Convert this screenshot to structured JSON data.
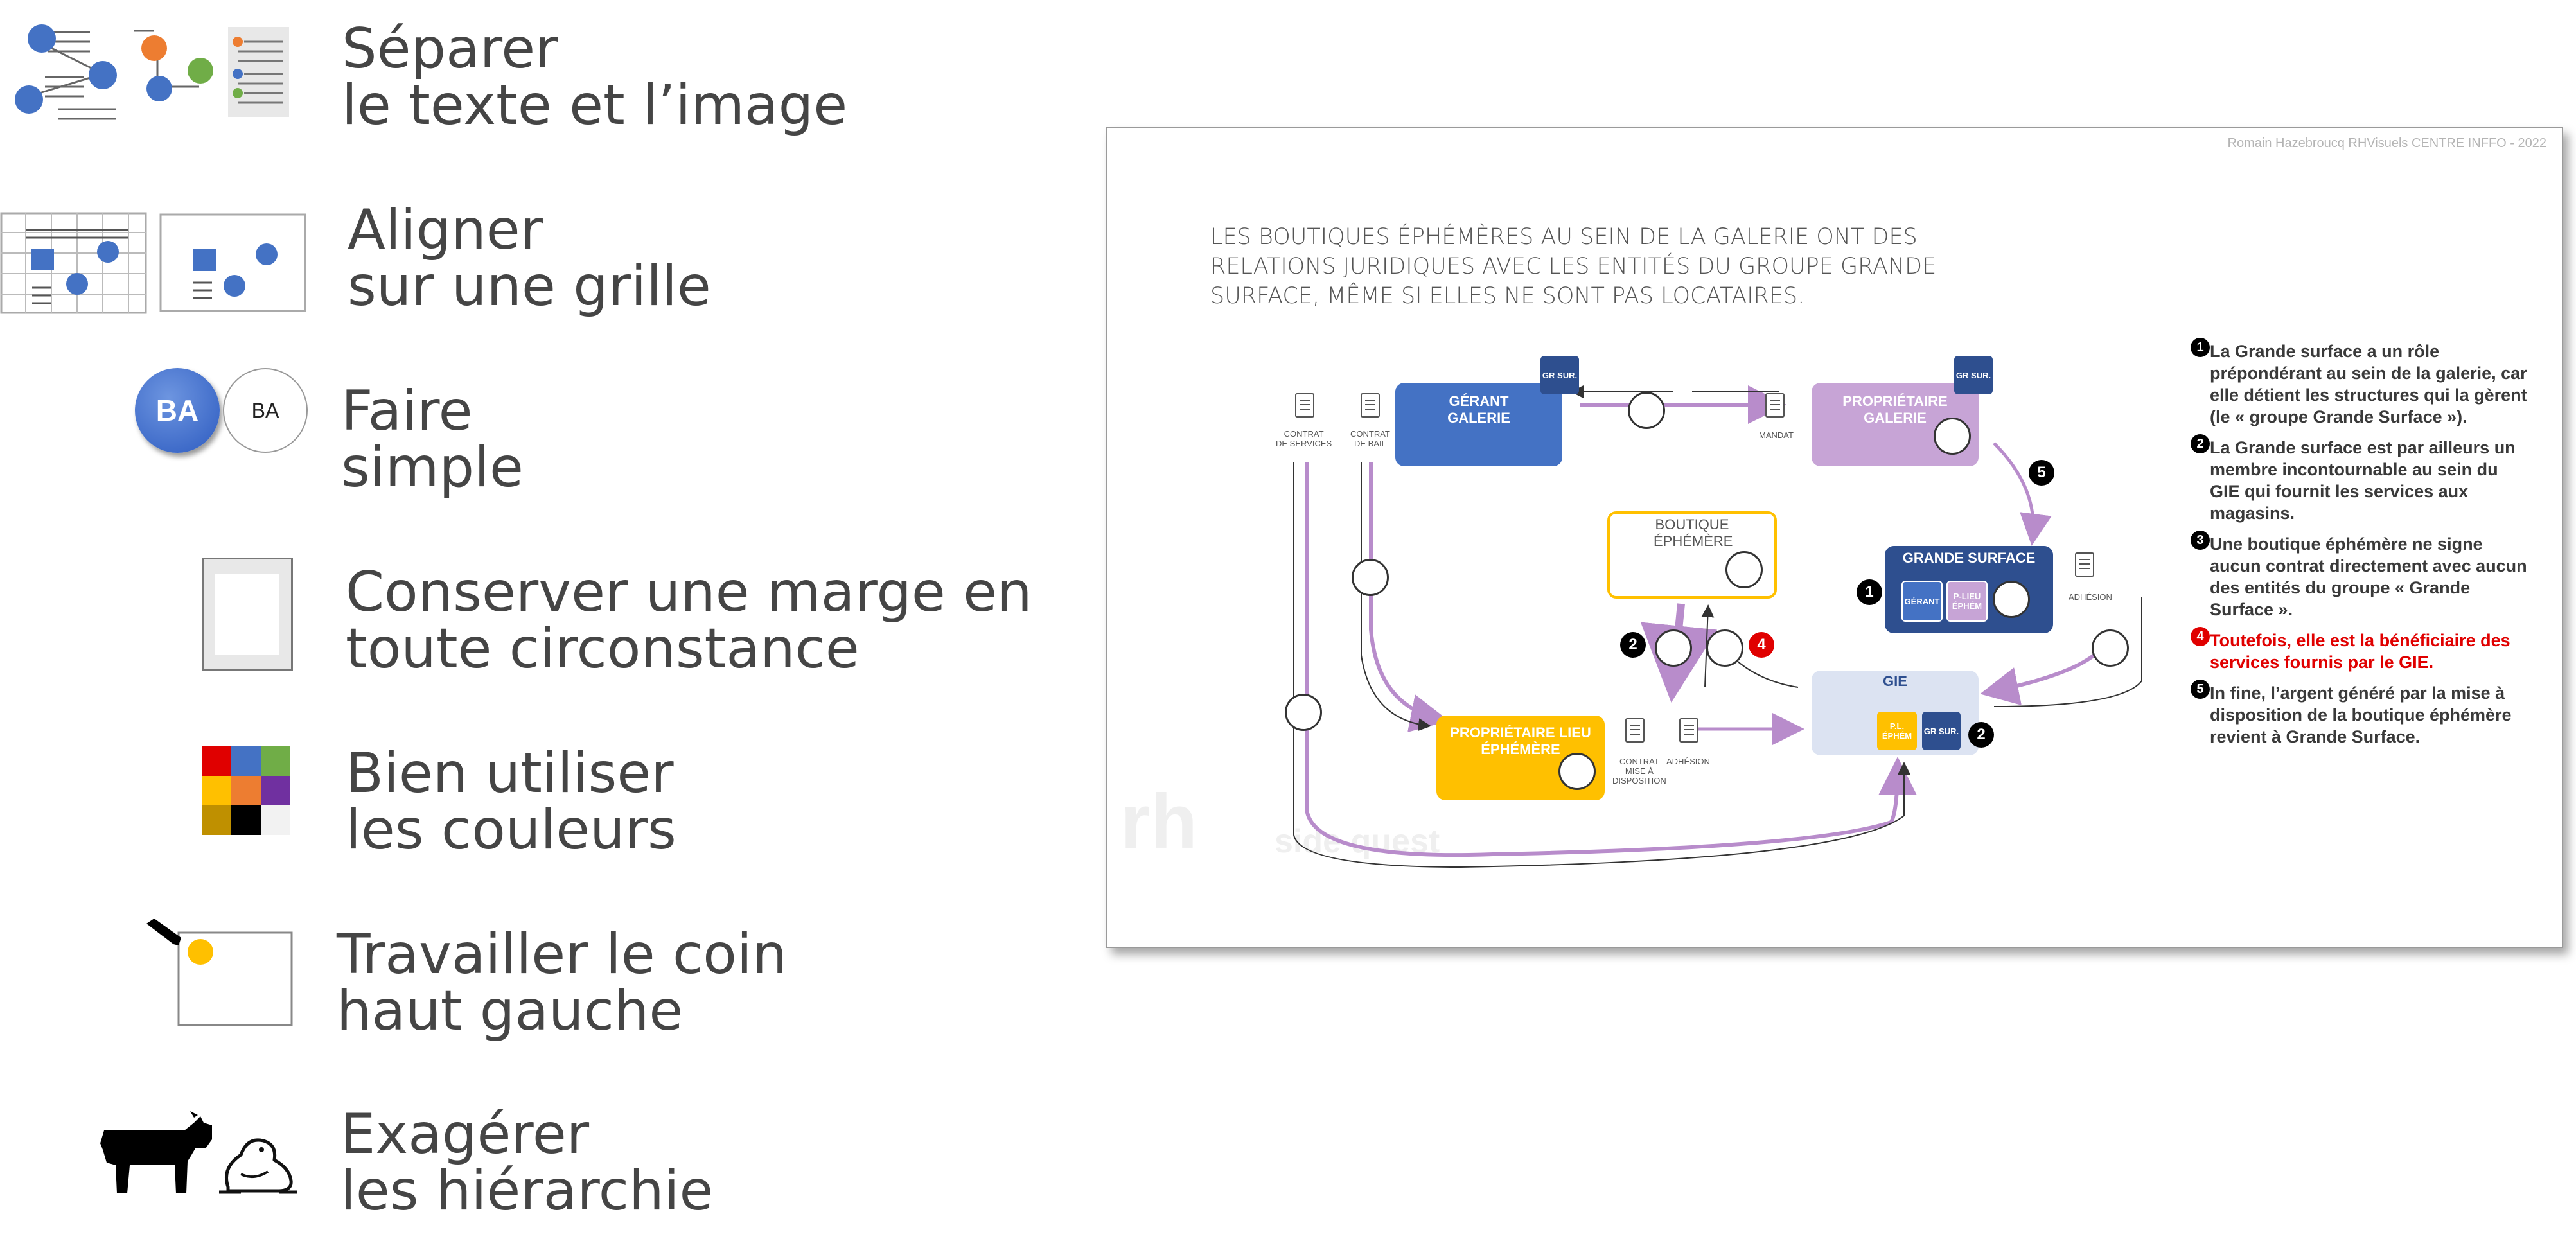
{
  "principles": [
    {
      "line1": "Séparer",
      "line2": "le texte et l’image"
    },
    {
      "line1": "Aligner",
      "line2": "sur une grille"
    },
    {
      "line1": "Faire",
      "line2": "simple"
    },
    {
      "line1": "Conserver une marge en",
      "line2": "toute circonstance"
    },
    {
      "line1": "Bien utiliser",
      "line2": "les couleurs"
    },
    {
      "line1": "Travailler le coin",
      "line2": "haut gauche"
    },
    {
      "line1": "Exagérer",
      "line2": "les hiérarchie"
    }
  ],
  "icons": {
    "simple_bold_label": "BA",
    "simple_plain_label": "BA"
  },
  "colors": {
    "blue": "#4472c4",
    "orange": "#ed7d31",
    "green": "#70ad47",
    "purple": "#c7a4d6",
    "navy": "#2e4f8f",
    "yellow": "#ffc000",
    "lightblue": "#dce3f2",
    "red": "#e00000"
  },
  "slide": {
    "credit": "Romain Hazebroucq RHVisuels CENTRE INFFO - 2022",
    "headline": "Les boutiques éphémères au sein de la galerie ont des relations juridiques avec les entités du groupe Grande Surface, même si elles ne sont pas locataires.",
    "watermark_logo": "rh",
    "watermark_text": "side quest",
    "boxes": {
      "gerant": "GÉRANT GALERIE",
      "proprietaire_galerie": "PROPRIÉTAIRE GALERIE",
      "grande_surface": "GRANDE SURFACE",
      "boutique": "BOUTIQUE ÉPHÉMÈRE",
      "gie": "GIE",
      "proprietaire_lieu": "PROPRIÉTAIRE LIEU ÉPHÉMÈRE"
    },
    "minis": {
      "gr_sur_1": "GR SUR.",
      "gr_sur_2": "GR SUR.",
      "gr_sur_3": "GR SUR.",
      "gerant": "GÉRANT",
      "p_lieu_ephem": "P-LIEU ÉPHÉM",
      "pl_ephem": "P.L. ÉPHÉM"
    },
    "labels": {
      "contrat_services": "CONTRAT\nDE SERVICES",
      "contrat_bail": "CONTRAT\nDE BAIL",
      "mandat": "MANDAT",
      "adhesion_1": "ADHÉSION",
      "adhesion_2": "ADHÉSION",
      "contrat_mise": "CONTRAT\nMISE À\nDISPOSITION"
    },
    "badges": [
      "1",
      "2",
      "2",
      "4",
      "5"
    ],
    "notes": [
      {
        "num": "1",
        "text": "La Grande surface a un rôle prépondérant au sein de la galerie, car elle détient les structures qui la gèrent (le « groupe Grande Surface »)."
      },
      {
        "num": "2",
        "text": "La Grande surface est par ailleurs un membre incontournable au sein du GIE qui fournit les services aux magasins."
      },
      {
        "num": "3",
        "text": "Une boutique éphémère ne signe aucun contrat directement avec aucun des entités du groupe « Grande Surface »."
      },
      {
        "num": "4",
        "text": "Toutefois, elle est la bénéficiaire des services fournis par le GIE."
      },
      {
        "num": "5",
        "text": "In fine, l’argent généré par la mise à disposition de la boutique éphémère revient à Grande Surface."
      }
    ]
  }
}
